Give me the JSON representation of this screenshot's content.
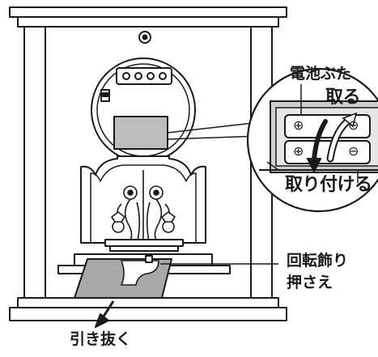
{
  "labels": {
    "battery_cover": "電池ぶた",
    "remove": "取る",
    "attach": "取り付ける",
    "pendulum_holder_line1": "回転飾り",
    "pendulum_holder_line2": "押さえ",
    "pull_out": "引き抜く"
  },
  "battery_symbols": {
    "plus": "⊕",
    "minus": "⊖"
  },
  "colors": {
    "line": "#1a1a1a",
    "panel_gray": "#bdbdbd",
    "holder_gray": "#a8a8a8",
    "white": "#ffffff"
  }
}
